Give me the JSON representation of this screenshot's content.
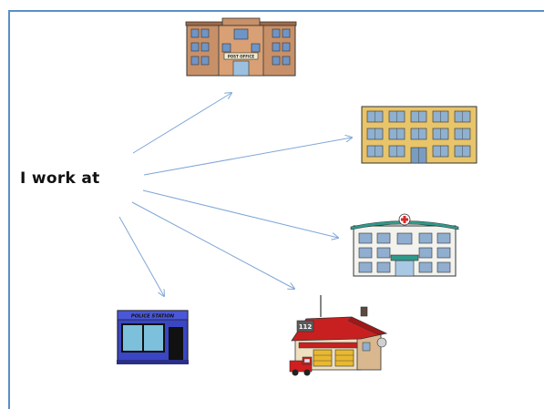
{
  "main_label": "I work at",
  "buildings": [
    {
      "id": "post-office",
      "sign": "POST OFFICE"
    },
    {
      "id": "apartment",
      "sign": ""
    },
    {
      "id": "hospital",
      "sign": ""
    },
    {
      "id": "police-station",
      "sign": "POLICE STATION"
    },
    {
      "id": "fire-station",
      "sign": "112"
    }
  ],
  "colors": {
    "frame": "#5b8fc8",
    "arrow": "#7fa6d6"
  }
}
